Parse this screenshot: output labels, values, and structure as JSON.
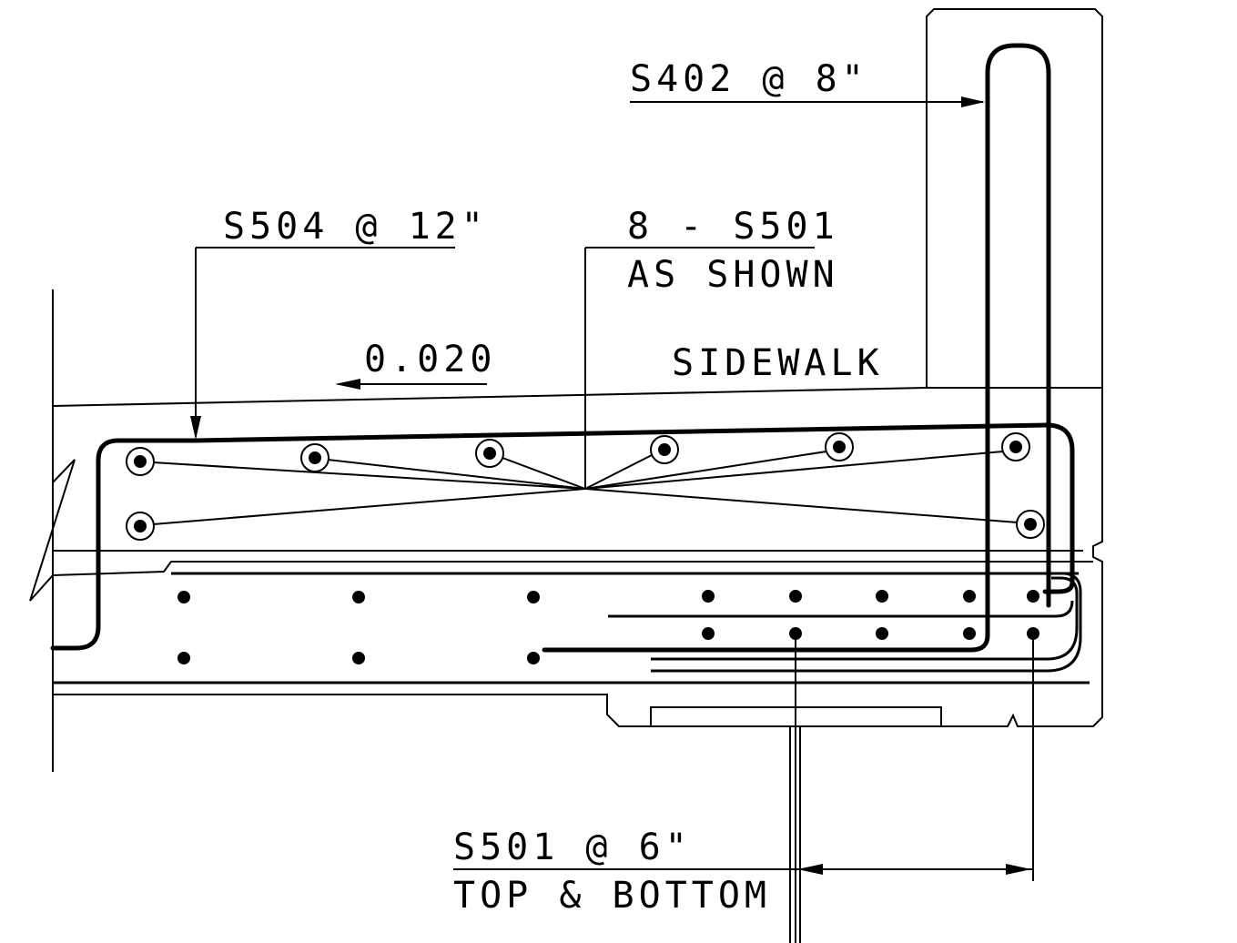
{
  "labels": {
    "s402": "S402 @ 8\"",
    "s504": "S504 @ 12\"",
    "s501_count": "8 - S501",
    "as_shown": "AS SHOWN",
    "slope": "0.020",
    "sidewalk": "SIDEWALK",
    "s501_spacing": "S501 @ 6\"",
    "top_bottom": "TOP & BOTTOM"
  },
  "colors": {
    "ink": "#000000",
    "paper": "#ffffff"
  }
}
